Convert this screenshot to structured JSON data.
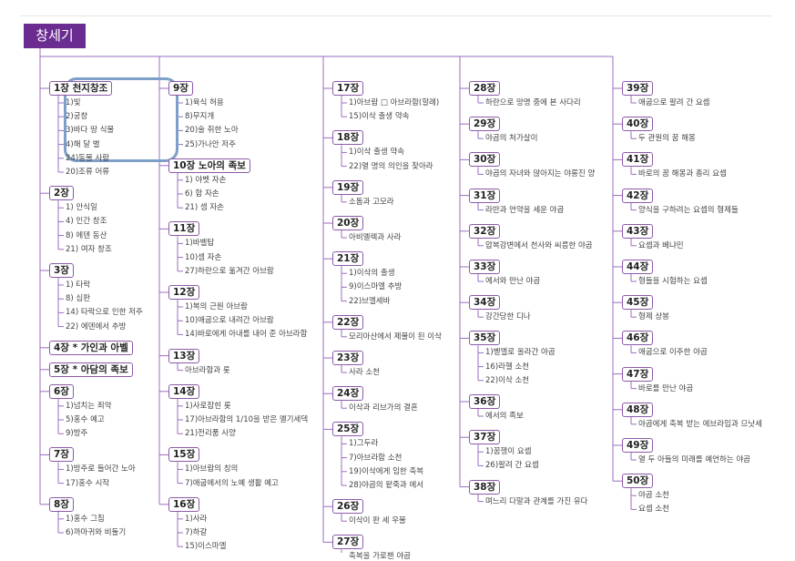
{
  "title": "창세기",
  "colors": {
    "accent": "#6b2c91",
    "line": "#9b6cbf",
    "highlight": "#7d9fc8"
  },
  "columns": [
    {
      "chapters": [
        {
          "label": "1장 천지창조",
          "items": [
            "1)빛",
            "2)궁창",
            "3)바다 땅 식물",
            "4)해 달 별",
            "24)동물 사람",
            "20)조류 어류"
          ]
        },
        {
          "label": "2장",
          "items": [
            "1) 안식일",
            "4) 인간 창조",
            "8) 에덴 동산",
            "21) 여자 창조"
          ]
        },
        {
          "label": "3장",
          "items": [
            "1) 타락",
            "8) 심판",
            "14) 타락으로 인한 저주",
            "22) 에덴에서 추방"
          ]
        },
        {
          "label": "4장 * 가인과 아벨",
          "items": []
        },
        {
          "label": "5장 * 아담의 족보",
          "items": []
        },
        {
          "label": "6장",
          "items": [
            "1)넘치는 죄악",
            "5)홍수 예고",
            "9)방주"
          ]
        },
        {
          "label": "7장",
          "items": [
            "1)방주로 들어간 노아",
            "17)홍수 시작"
          ]
        },
        {
          "label": "8장",
          "items": [
            "1)홍수 그침",
            "6)까마귀와 비둘기"
          ]
        }
      ]
    },
    {
      "chapters": [
        {
          "label": "9장",
          "items": [
            "1)육식 허용",
            "8)무지개",
            "20)술 취한 노아",
            "25)가나안 저주"
          ]
        },
        {
          "label": "10장 노아의 족보",
          "items": [
            "1) 야벳 자손",
            "6) 함 자손",
            "21) 셈 자손"
          ]
        },
        {
          "label": "11장",
          "items": [
            "1)바벨탑",
            "10)셈 자손",
            "27)하란으로 옮겨간 아브람"
          ]
        },
        {
          "label": "12장",
          "items": [
            "1)복의 근원 아브람",
            "10)애굽으로 내려간 아브람",
            "14)바로에게 아내를 내어 준 아브라함"
          ]
        },
        {
          "label": "13장",
          "items": [
            "아브라함과 롯"
          ]
        },
        {
          "label": "14장",
          "items": [
            "1)사로잡힌 롯",
            "17)아브라함의 1/10을 받은 멜기세덱",
            "21)전리품 사양"
          ]
        },
        {
          "label": "15장",
          "items": [
            "1)아브람의 칭의",
            "7)애굽에서의 노예 생활 예고"
          ]
        },
        {
          "label": "16장",
          "items": [
            "1)사라",
            "7)하갈",
            "15)이스마엘"
          ]
        }
      ]
    },
    {
      "chapters": [
        {
          "label": "17장",
          "items": [
            "1)아브람 □ 아브라함(할례)",
            "15)이삭 출생 약속"
          ]
        },
        {
          "label": "18장",
          "items": [
            "1)이삭 출생 약속",
            "22)열 명의 의인을 찾아라"
          ]
        },
        {
          "label": "19장",
          "items": [
            "소돔과 고모라"
          ]
        },
        {
          "label": "20장",
          "items": [
            "아비멜렉과 사라"
          ]
        },
        {
          "label": "21장",
          "items": [
            "1)이삭의 출생",
            "9)이스마엘 추방",
            "22)브엘세바"
          ]
        },
        {
          "label": "22장",
          "items": [
            "모리아산에서 제물이 된 이삭"
          ]
        },
        {
          "label": "23장",
          "items": [
            "사라 소천"
          ]
        },
        {
          "label": "24장",
          "items": [
            "이삭과 리브가의 결혼"
          ]
        },
        {
          "label": "25장",
          "items": [
            "1)그두라",
            "7)아브라함 소천",
            "19)이삭에게 임한 축복",
            "28)야곱의 팥죽과 에서"
          ]
        },
        {
          "label": "26장",
          "items": [
            "이삭이 판 세 우물"
          ]
        },
        {
          "label": "27장",
          "items": [
            "축복을 가로챈 야곱"
          ]
        }
      ]
    },
    {
      "chapters": [
        {
          "label": "28장",
          "items": [
            "하란으로 망명 중에 본 사다리"
          ]
        },
        {
          "label": "29장",
          "items": [
            "야곱의 처가살이"
          ]
        },
        {
          "label": "30장",
          "items": [
            "야곱의 자녀와 많아지는 야롱진 양"
          ]
        },
        {
          "label": "31장",
          "items": [
            "라반과 언약을 세운 야곱"
          ]
        },
        {
          "label": "32장",
          "items": [
            "압복강변에서 천사와 씨름한 야곱"
          ]
        },
        {
          "label": "33장",
          "items": [
            "에서와 만난 야곱"
          ]
        },
        {
          "label": "34장",
          "items": [
            "강간당한 디나"
          ]
        },
        {
          "label": "35장",
          "items": [
            "1)벧엘로 올라간 야곱",
            "16)라헬 소천",
            "22)이삭 소천"
          ]
        },
        {
          "label": "36장",
          "items": [
            "에서의 족보"
          ]
        },
        {
          "label": "37장",
          "items": [
            "1)꿈쟁이 요셉",
            "26)팔려 간 요셉"
          ]
        },
        {
          "label": "38장",
          "items": [
            "며느리 다말과 관계를 가진 유다"
          ]
        }
      ]
    },
    {
      "chapters": [
        {
          "label": "39장",
          "items": [
            "애굽으로 팔려 간 요셉"
          ]
        },
        {
          "label": "40장",
          "items": [
            "두 관원의 꿈 해몽"
          ]
        },
        {
          "label": "41장",
          "items": [
            "바로의 꿈 해몽과 총리 요셉"
          ]
        },
        {
          "label": "42장",
          "items": [
            "양식을 구하려는 요셉의 형제들"
          ]
        },
        {
          "label": "43장",
          "items": [
            "요셉과 베냐민"
          ]
        },
        {
          "label": "44장",
          "items": [
            "형들을 시험하는 요셉"
          ]
        },
        {
          "label": "45장",
          "items": [
            "형제 상봉"
          ]
        },
        {
          "label": "46장",
          "items": [
            "애굽으로 이주한 야곱"
          ]
        },
        {
          "label": "47장",
          "items": [
            "바로를 만난 야곱"
          ]
        },
        {
          "label": "48장",
          "items": [
            "야곱에게 축복 받는 에브라임과 므낫세"
          ]
        },
        {
          "label": "49장",
          "items": [
            "열 두 아들의 미래를 예언하는 야곱"
          ]
        },
        {
          "label": "50장",
          "items": [
            "야곱 소천",
            "요셉 소천"
          ]
        }
      ]
    }
  ]
}
